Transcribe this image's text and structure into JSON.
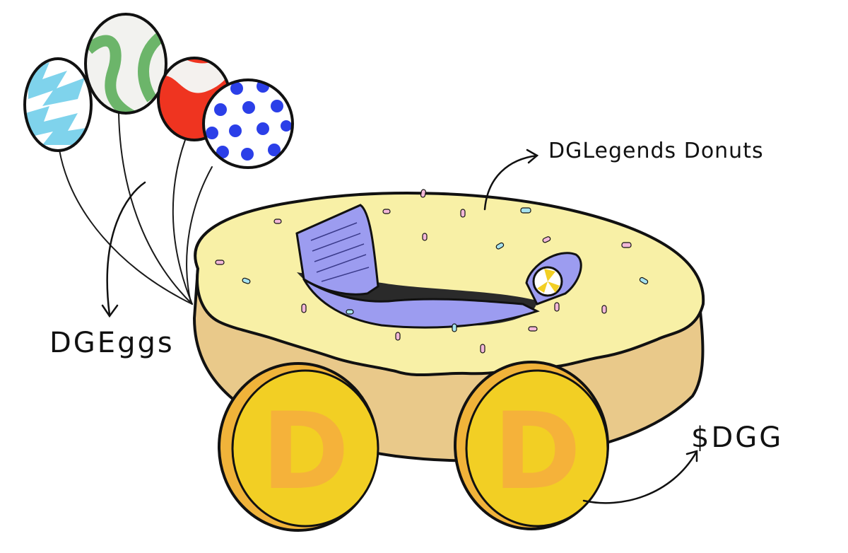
{
  "labels": {
    "donuts": "DGLegends Donuts",
    "eggs": "DGEggs",
    "coin": "$DGG"
  },
  "coin_letter": "D",
  "colors": {
    "dough": "#e9c98a",
    "icing": "#f8f0a6",
    "seat": "#9c9cf0",
    "coin": "#f2cf24",
    "coin_letter": "#f5b23a",
    "egg_light_blue": "#7fd3ec",
    "egg_green": "#6cb56a",
    "egg_red": "#ef3420",
    "egg_blue_dots": "#2b3fe8"
  },
  "icons": [
    "balloon-egg-icon",
    "donut-car-icon",
    "coin-wheel-icon",
    "arrow-icon"
  ]
}
